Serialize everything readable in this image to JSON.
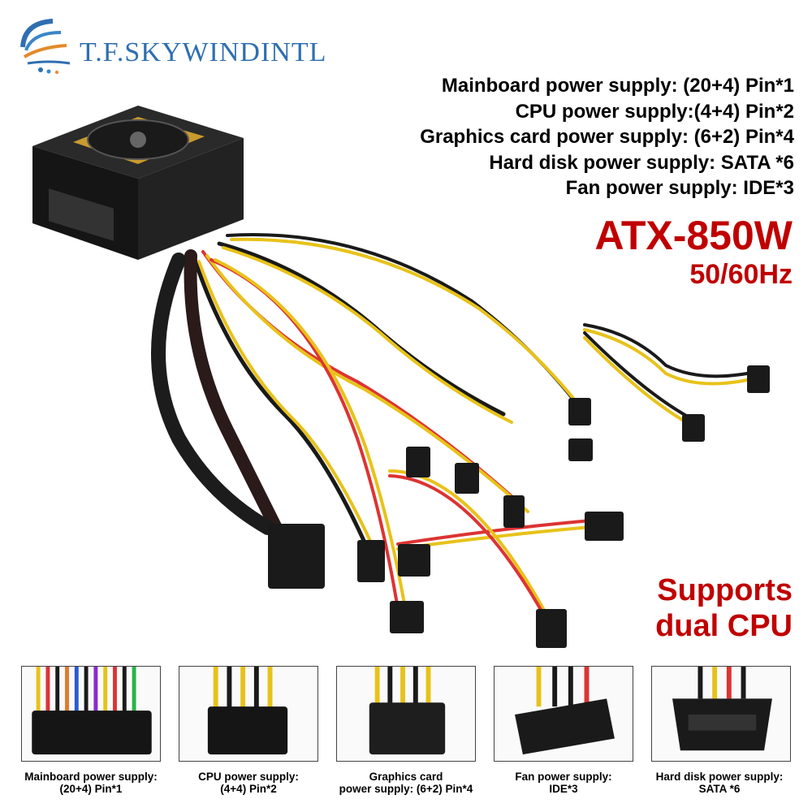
{
  "brand": {
    "name": "T.F.SKYWINDINTL"
  },
  "specs": [
    "Mainboard power supply: (20+4) Pin*1",
    "CPU power supply:(4+4) Pin*2",
    "Graphics card power supply: (6+2) Pin*4",
    "Hard disk power supply: SATA *6",
    "Fan power supply: IDE*3"
  ],
  "model": {
    "name": "ATX-850W",
    "frequency": "50/60Hz"
  },
  "feature": {
    "line1": "Supports",
    "line2": "dual CPU"
  },
  "connectors": [
    {
      "line1": "Mainboard power supply:",
      "line2": "(20+4) Pin*1",
      "icon": "atx-24pin-connector-icon"
    },
    {
      "line1": "CPU power supply:",
      "line2": "(4+4) Pin*2",
      "icon": "cpu-8pin-connector-icon"
    },
    {
      "line1": "Graphics card",
      "line2": "power supply: (6+2) Pin*4",
      "icon": "pcie-8pin-connector-icon"
    },
    {
      "line1": "Fan power supply:",
      "line2": "IDE*3",
      "icon": "molex-connector-icon"
    },
    {
      "line1": "Hard disk power supply:",
      "line2": "SATA *6",
      "icon": "sata-connector-icon"
    }
  ],
  "colors": {
    "accent_red": "#c00000",
    "brand_blue": "#2f6fb0",
    "psu_gold": "#c99a2e"
  }
}
